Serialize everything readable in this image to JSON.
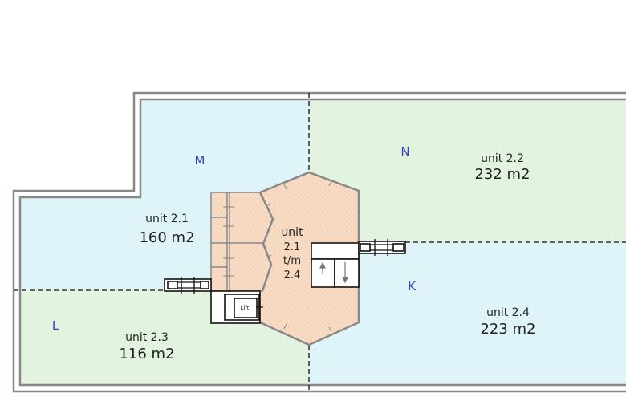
{
  "colors": {
    "blue_zone": "#dff4f8",
    "green_zone": "#e2f4df",
    "core": "#f8dcc6",
    "zone_letter": "#3344bb"
  },
  "zones": {
    "m": "M",
    "n": "N",
    "k": "K",
    "l": "L"
  },
  "units": {
    "u21": {
      "name": "unit 2.1",
      "area": "160 m2"
    },
    "u22": {
      "name": "unit 2.2",
      "area": "232 m2"
    },
    "u23": {
      "name": "unit 2.3",
      "area": "116 m2"
    },
    "u24": {
      "name": "unit 2.4",
      "area": "223 m2"
    }
  },
  "core": {
    "line1": "unit",
    "line2": "2.1",
    "line3": "t/m",
    "line4": "2.4",
    "lift": "Lift"
  }
}
